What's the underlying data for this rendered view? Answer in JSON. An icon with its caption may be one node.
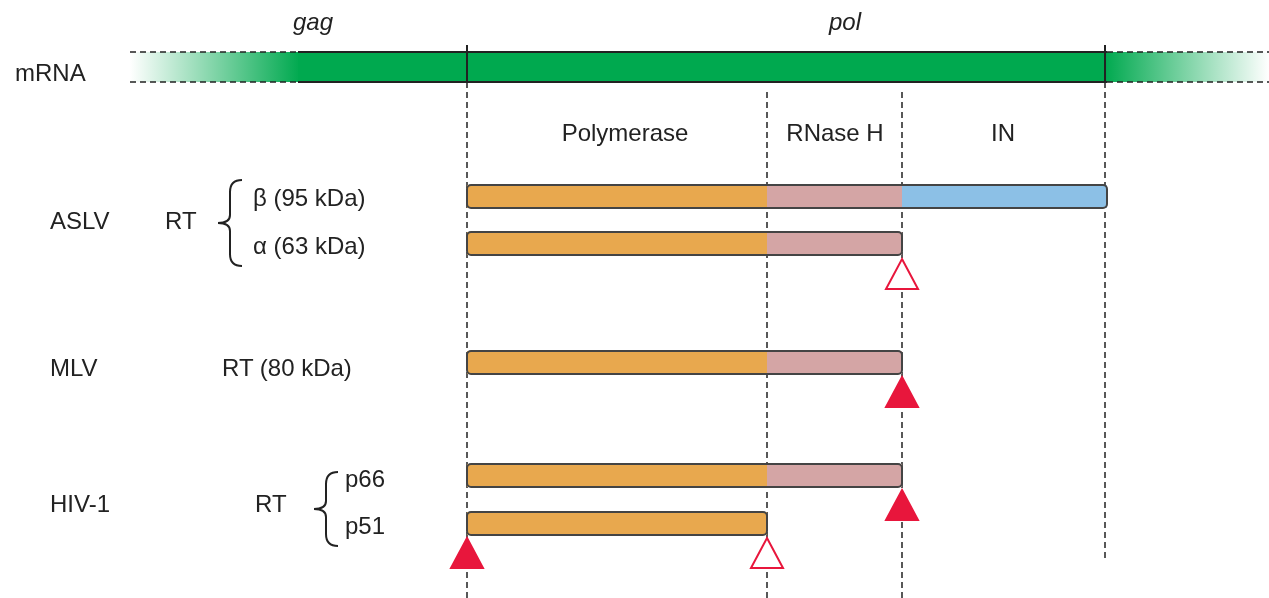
{
  "diagram": {
    "labels": [
      "gag",
      "pol",
      "mRNA",
      "Polymerase",
      "RNase H",
      "IN",
      "β (95 kDa)",
      "ASLV",
      "RT",
      "α (63 kDa)",
      "MLV",
      "RT (80 kDa)",
      "p66",
      "HIV-1",
      "RT",
      "p51"
    ]
  }
}
